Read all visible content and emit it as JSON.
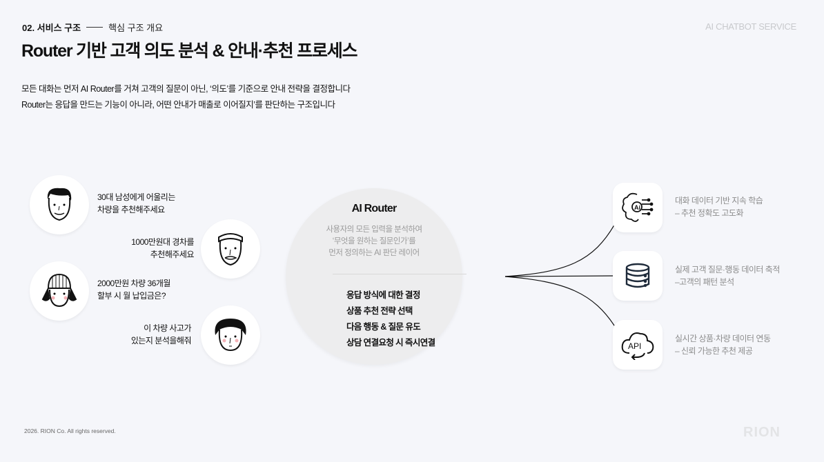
{
  "header": {
    "section": "02. 서비스 구조",
    "section_sub": "핵심 구조 개요",
    "brand": "AI CHATBOT SERVICE",
    "title": "Router 기반 고객 의도 분석 & 안내·추천 프로세스",
    "desc_lines": [
      "모든 대화는 먼저 AI Router를 거쳐 고객의 질문이 아닌, ‘의도’를 기준으로 안내 전략을 결정합니다",
      "Router는 응답을 만드는 기능이 아니라, 어떤 안내가 매출로 이어질지’를 판단하는 구조입니다"
    ]
  },
  "queries": [
    {
      "lines": [
        "30대 남성에게 어울리는",
        "차량을 추천해주세요"
      ],
      "icon": "man-face-icon"
    },
    {
      "lines": [
        "1000만원대 경차를",
        "추천해주세요"
      ],
      "icon": "old-man-face-icon"
    },
    {
      "lines": [
        "2000만원 차량 36개월",
        "할부 시 월 납입금은?"
      ],
      "icon": "beanie-face-icon"
    },
    {
      "lines": [
        "이 차량 사고가",
        "있는지 분석을해줘"
      ],
      "icon": "curly-hair-face-icon"
    }
  ],
  "router": {
    "name": "AI Router",
    "desc_lines": [
      "사용자의 모든 입력을 분석하여",
      "‘무엇을 원하는 질문인가’를",
      "먼저 정의하는 AI 판단 레이어"
    ],
    "items": [
      "응답 방식에 대한 결정",
      "상품 추천 전략 선택",
      "다음 행동 & 질문 유도",
      "상담 연결요청 시 즉시연결"
    ]
  },
  "outputs": [
    {
      "icon": "ai-brain-icon",
      "lines": [
        "대화 데이터 기반 지속 학습",
        "– 추천 정확도 고도화"
      ]
    },
    {
      "icon": "database-icon",
      "lines": [
        "실제 고객 질문·행동 데이터 축적",
        "–고객의 패턴 분석"
      ]
    },
    {
      "icon": "api-cloud-icon",
      "lines": [
        "실시간 상품·차량 데이터 연동",
        "– 신뢰 가능한 추천 제공"
      ]
    }
  ],
  "footer": {
    "copyright": "2026. RION Co. All rights reserved.",
    "logo": "RION"
  }
}
